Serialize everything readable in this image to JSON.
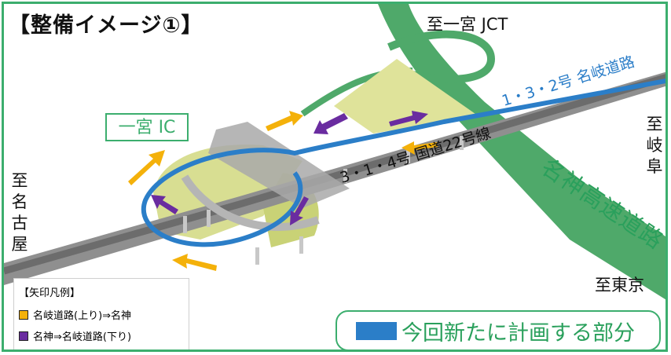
{
  "title": "【整備イメージ①】",
  "labels": {
    "jct": "至一宮 JCT",
    "gifu": "至岐阜",
    "nagoya": "至名古屋",
    "tokyo": "至東京",
    "ichinomiya_ic": "一宮 IC",
    "route22": "3・1・4号 国道22号線",
    "meigi": "1・3・2号 名岐道路",
    "meishin": "名神高速道路"
  },
  "legend": {
    "title": "【矢印凡例】",
    "items": [
      {
        "label": "名岐道路(上り)⇒名神",
        "color": "#f4b10a"
      },
      {
        "label": "名神⇒名岐道路(下り)",
        "color": "#6a2ca0"
      }
    ]
  },
  "plan_box": {
    "label": "今回新たに計画する部分",
    "color": "#2b7ec8"
  },
  "colors": {
    "meishin_road": "#4fa96a",
    "planned_road": "#2b7ec8",
    "terrain": "#d8de92",
    "frame": "#3cae6e"
  }
}
